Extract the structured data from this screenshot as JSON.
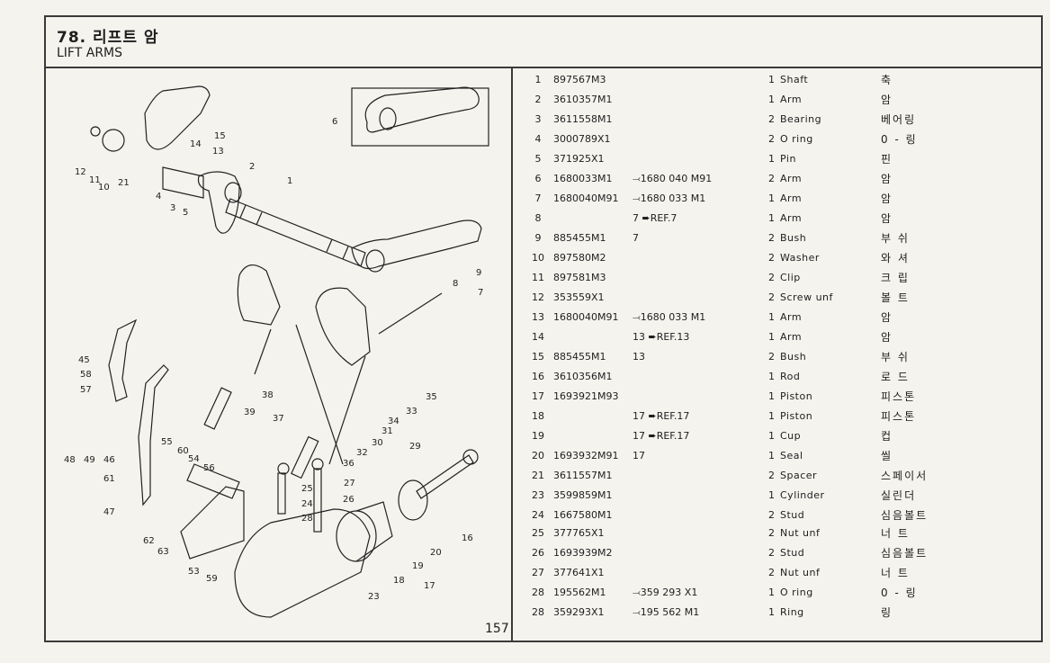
{
  "header": {
    "title_korean": "78. 리프트 암",
    "title_english": "LIFT ARMS"
  },
  "page_number": "157",
  "diagram": {
    "callouts": [
      "1",
      "2",
      "3",
      "4",
      "5",
      "6",
      "7",
      "8",
      "9",
      "10",
      "11",
      "12",
      "13",
      "14",
      "15",
      "16",
      "17",
      "18",
      "19",
      "20",
      "21",
      "23",
      "24",
      "25",
      "26",
      "27",
      "28",
      "29",
      "30",
      "31",
      "32",
      "33",
      "34",
      "35",
      "36",
      "37",
      "38",
      "39",
      "45",
      "46",
      "47",
      "48",
      "49",
      "53",
      "54",
      "55",
      "56",
      "57",
      "58",
      "59",
      "60",
      "61",
      "62",
      "63"
    ]
  },
  "parts": [
    {
      "ref": "1",
      "part_no": "897567M3",
      "note": "",
      "qty": "1",
      "desc": "Shaft",
      "desc_ko": "축"
    },
    {
      "ref": "2",
      "part_no": "3610357M1",
      "note": "",
      "qty": "1",
      "desc": "Arm",
      "desc_ko": "암"
    },
    {
      "ref": "3",
      "part_no": "3611558M1",
      "note": "",
      "qty": "2",
      "desc": "Bearing",
      "desc_ko": "베어링"
    },
    {
      "ref": "4",
      "part_no": "3000789X1",
      "note": "",
      "qty": "2",
      "desc": "O ring",
      "desc_ko": "0 - 링"
    },
    {
      "ref": "5",
      "part_no": "371925X1",
      "note": "",
      "qty": "1",
      "desc": "Pin",
      "desc_ko": "핀"
    },
    {
      "ref": "6",
      "part_no": "1680033M1",
      "note": "⤙1680 040 M91",
      "qty": "2",
      "desc": "Arm",
      "desc_ko": "암"
    },
    {
      "ref": "7",
      "part_no": "1680040M91",
      "note": "⤙1680 033 M1",
      "qty": "1",
      "desc": "Arm",
      "desc_ko": "암"
    },
    {
      "ref": "8",
      "part_no": "",
      "note": "7 ➨REF.7",
      "qty": "1",
      "desc": "Arm",
      "desc_ko": "암"
    },
    {
      "ref": "9",
      "part_no": "885455M1",
      "note": "7",
      "qty": "2",
      "desc": "Bush",
      "desc_ko": "부 쉬"
    },
    {
      "ref": "10",
      "part_no": "897580M2",
      "note": "",
      "qty": "2",
      "desc": "Washer",
      "desc_ko": "와 셔"
    },
    {
      "ref": "11",
      "part_no": "897581M3",
      "note": "",
      "qty": "2",
      "desc": "Clip",
      "desc_ko": "크 립"
    },
    {
      "ref": "12",
      "part_no": "353559X1",
      "note": "",
      "qty": "2",
      "desc": "Screw unf",
      "desc_ko": "볼 트"
    },
    {
      "ref": "13",
      "part_no": "1680040M91",
      "note": "⤙1680 033 M1",
      "qty": "1",
      "desc": "Arm",
      "desc_ko": "암"
    },
    {
      "ref": "14",
      "part_no": "",
      "note": "13 ➨REF.13",
      "qty": "1",
      "desc": "Arm",
      "desc_ko": "암"
    },
    {
      "ref": "15",
      "part_no": "885455M1",
      "note": "13",
      "qty": "2",
      "desc": "Bush",
      "desc_ko": "부 쉬"
    },
    {
      "ref": "16",
      "part_no": "3610356M1",
      "note": "",
      "qty": "1",
      "desc": "Rod",
      "desc_ko": "로 드"
    },
    {
      "ref": "17",
      "part_no": "1693921M93",
      "note": "",
      "qty": "1",
      "desc": "Piston",
      "desc_ko": "피스톤"
    },
    {
      "ref": "18",
      "part_no": "",
      "note": "17 ➨REF.17",
      "qty": "1",
      "desc": "Piston",
      "desc_ko": "피스톤"
    },
    {
      "ref": "19",
      "part_no": "",
      "note": "17 ➨REF.17",
      "qty": "1",
      "desc": "Cup",
      "desc_ko": "컵"
    },
    {
      "ref": "20",
      "part_no": "1693932M91",
      "note": "17",
      "qty": "1",
      "desc": "Seal",
      "desc_ko": "씰"
    },
    {
      "ref": "21",
      "part_no": "3611557M1",
      "note": "",
      "qty": "2",
      "desc": "Spacer",
      "desc_ko": "스페이서"
    },
    {
      "ref": "23",
      "part_no": "3599859M1",
      "note": "",
      "qty": "1",
      "desc": "Cylinder",
      "desc_ko": "실린더"
    },
    {
      "ref": "24",
      "part_no": "1667580M1",
      "note": "",
      "qty": "2",
      "desc": "Stud",
      "desc_ko": "심음볼트"
    },
    {
      "ref": "25",
      "part_no": "377765X1",
      "note": "",
      "qty": "2",
      "desc": "Nut unf",
      "desc_ko": "너 트"
    },
    {
      "ref": "26",
      "part_no": "1693939M2",
      "note": "",
      "qty": "2",
      "desc": "Stud",
      "desc_ko": "심음볼트"
    },
    {
      "ref": "27",
      "part_no": "377641X1",
      "note": "",
      "qty": "2",
      "desc": "Nut unf",
      "desc_ko": "너 트"
    },
    {
      "ref": "28",
      "part_no": "195562M1",
      "note": "⤙359 293 X1",
      "qty": "1",
      "desc": "O ring",
      "desc_ko": "0 - 링"
    },
    {
      "ref": "28",
      "part_no": "359293X1",
      "note": "⤙195 562 M1",
      "qty": "1",
      "desc": "Ring",
      "desc_ko": "링"
    }
  ]
}
